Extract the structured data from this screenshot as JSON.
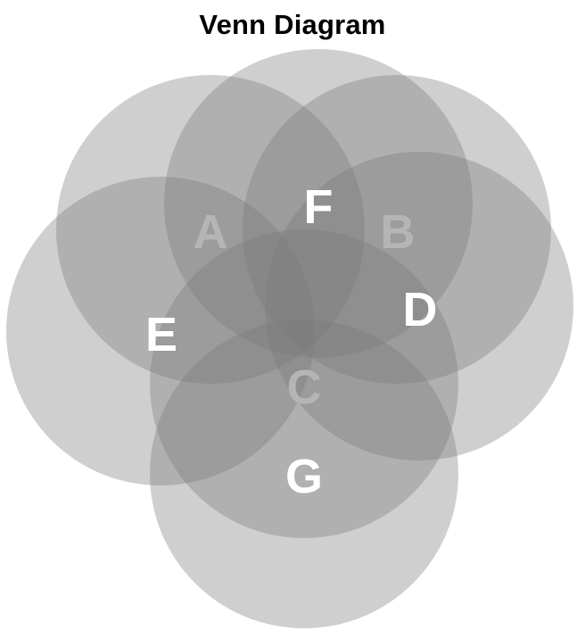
{
  "title": "Venn Diagram",
  "colors": {
    "circle_fill": "#7a7a7a",
    "label_light": "#ffffff",
    "label_muted": "#b5b5b5",
    "title": "#000000"
  },
  "sets": [
    {
      "id": "A",
      "label": "A",
      "label_color": "#b5b5b5"
    },
    {
      "id": "B",
      "label": "B",
      "label_color": "#b5b5b5"
    },
    {
      "id": "C",
      "label": "C",
      "label_color": "#b5b5b5"
    },
    {
      "id": "D",
      "label": "D",
      "label_color": "#ffffff"
    },
    {
      "id": "E",
      "label": "E",
      "label_color": "#ffffff"
    },
    {
      "id": "F",
      "label": "F",
      "label_color": "#ffffff"
    },
    {
      "id": "G",
      "label": "G",
      "label_color": "#ffffff"
    }
  ]
}
